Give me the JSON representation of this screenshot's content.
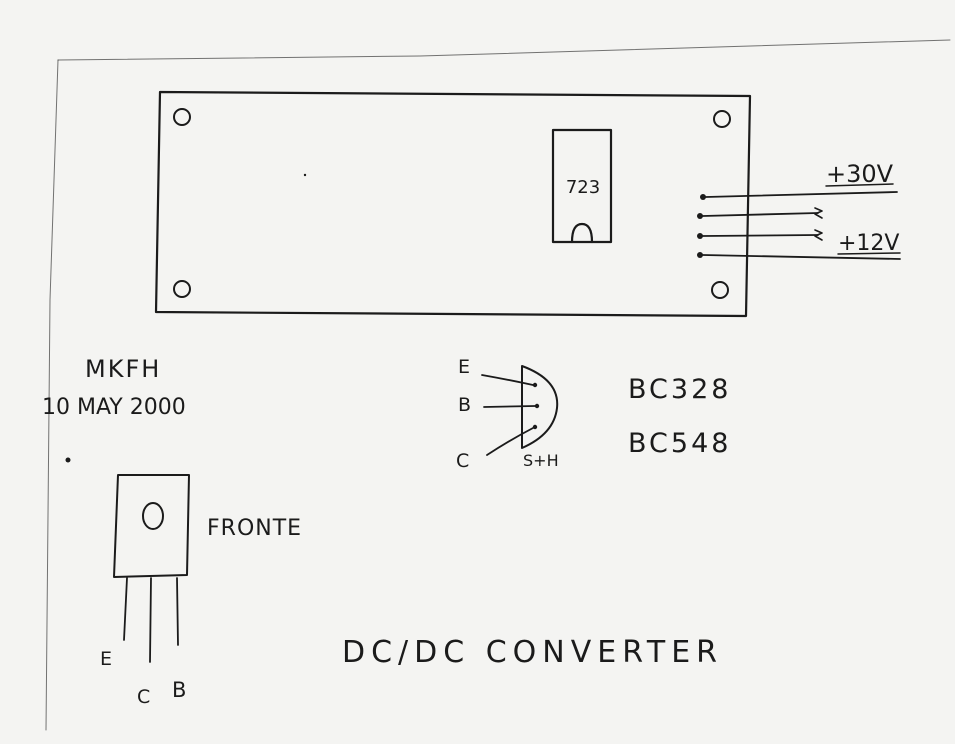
{
  "board": {
    "ic_label": "723",
    "outputs": [
      "+30V",
      "+12V"
    ]
  },
  "author": {
    "name": "MKFH",
    "date": "10 MAY 2000"
  },
  "small_transistor": {
    "pins": [
      "E",
      "B",
      "C"
    ],
    "note": "S+H",
    "types": [
      "BC328",
      "BC548"
    ]
  },
  "power_transistor": {
    "face_label": "FRONTE",
    "pins": [
      "E",
      "C",
      "B"
    ]
  },
  "title": "DC/DC CONVERTER"
}
